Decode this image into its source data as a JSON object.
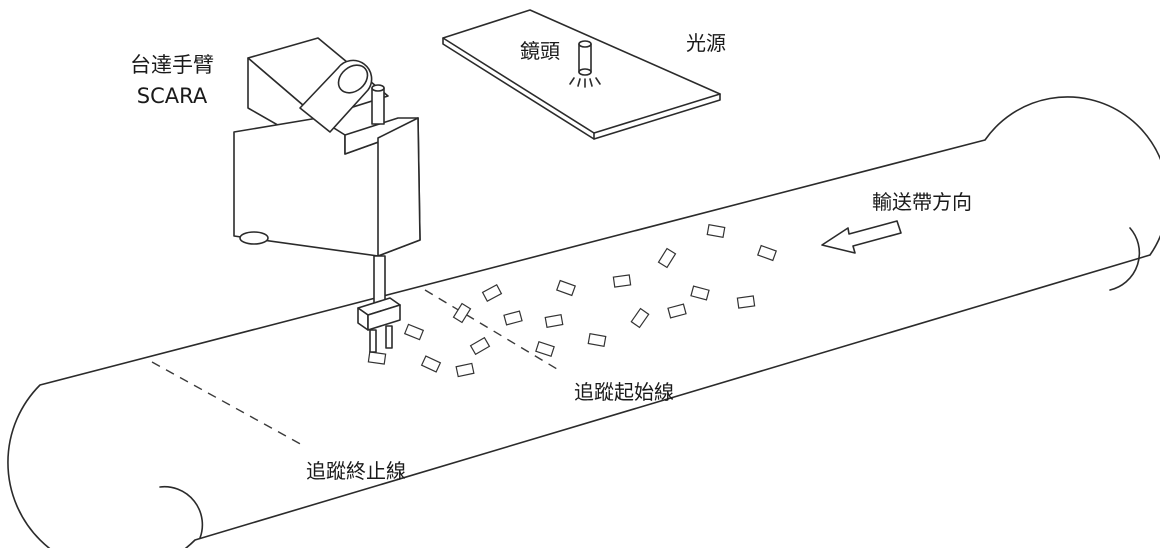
{
  "labels": {
    "robot_name": "台達手臂",
    "robot_model": "SCARA",
    "camera": "鏡頭",
    "light_source": "光源",
    "conveyor_direction": "輸送帶方向",
    "tracking_start_line": "追蹤起始線",
    "tracking_end_line": "追蹤終止線"
  },
  "colors": {
    "line": "#2b2b2b",
    "text": "#1a1a1a",
    "background": "#ffffff"
  },
  "icons": {
    "direction_arrow": "arrow-left-icon"
  }
}
